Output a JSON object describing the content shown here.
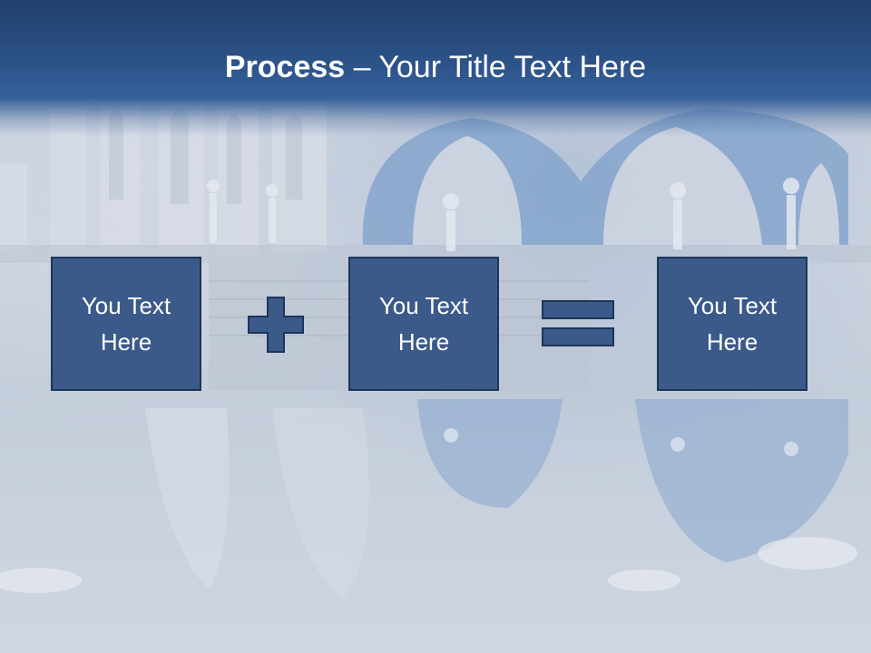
{
  "slide": {
    "title_bold": "Process",
    "title_rest": " – Your Title Text Here"
  },
  "process": {
    "boxes": [
      {
        "text": "You Text Here"
      },
      {
        "text": "You Text Here"
      },
      {
        "text": "You Text Here"
      }
    ],
    "operators": [
      "plus-icon",
      "equals-icon"
    ]
  },
  "colors": {
    "title_bar": "#2c5288",
    "box_fill": "#3b5a8a",
    "box_border": "#1d3559",
    "text": "#ffffff"
  }
}
